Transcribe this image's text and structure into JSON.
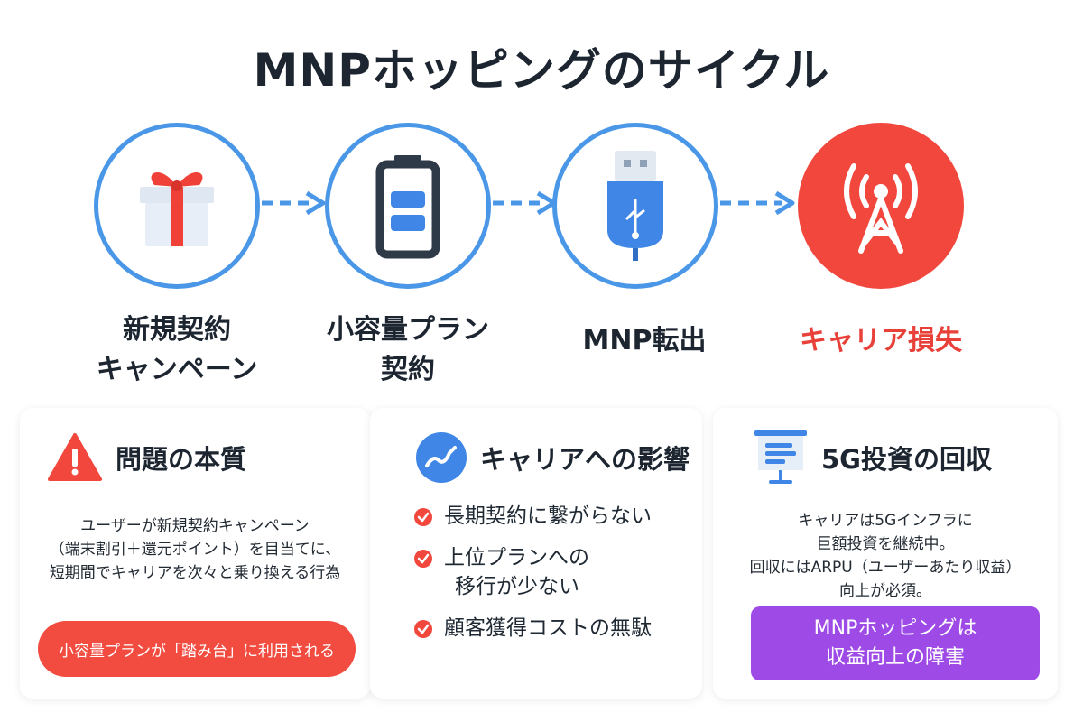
{
  "title": "MNPホッピングのサイクル",
  "colors": {
    "accent_blue": "#4a97e8",
    "alert_red": "#f1473d",
    "purple": "#9e4ae6",
    "text_dark": "#1c2530"
  },
  "cycle": [
    {
      "icon": "gift-icon",
      "label_lines": [
        "新規契約",
        "キャンペーン"
      ]
    },
    {
      "icon": "battery-icon",
      "label_lines": [
        "小容量プラン",
        "契約"
      ]
    },
    {
      "icon": "usb-icon",
      "label_lines": [
        "MNP転出"
      ]
    },
    {
      "icon": "antenna-tower-icon",
      "label_lines": [
        "キャリア損失"
      ]
    }
  ],
  "cards": {
    "essence": {
      "icon": "warning-icon",
      "title": "問題の本質",
      "lines": [
        "ユーザーが新規契約キャンペーン",
        "（端末割引＋還元ポイント）を目当てに、",
        "短期間でキャリアを次々と乗り換える行為"
      ],
      "callout": "小容量プランが「踏み台」に利用される"
    },
    "impact": {
      "icon": "trend-icon",
      "title": "キャリアへの影響",
      "items": [
        {
          "lines": [
            "長期契約に繋がらない"
          ]
        },
        {
          "lines": [
            "上位プランへの",
            "移行が少ない"
          ]
        },
        {
          "lines": [
            "顧客獲得コストの無駄"
          ]
        }
      ]
    },
    "investment": {
      "icon": "presentation-icon",
      "title": "5G投資の回収",
      "lines": [
        "キャリアは5Gインフラに",
        "巨額投資を継続中。",
        "回収にはARPU（ユーザーあたり収益）",
        "向上が必須。"
      ],
      "callout_lines": [
        "MNPホッピングは",
        "収益向上の障害"
      ]
    }
  }
}
